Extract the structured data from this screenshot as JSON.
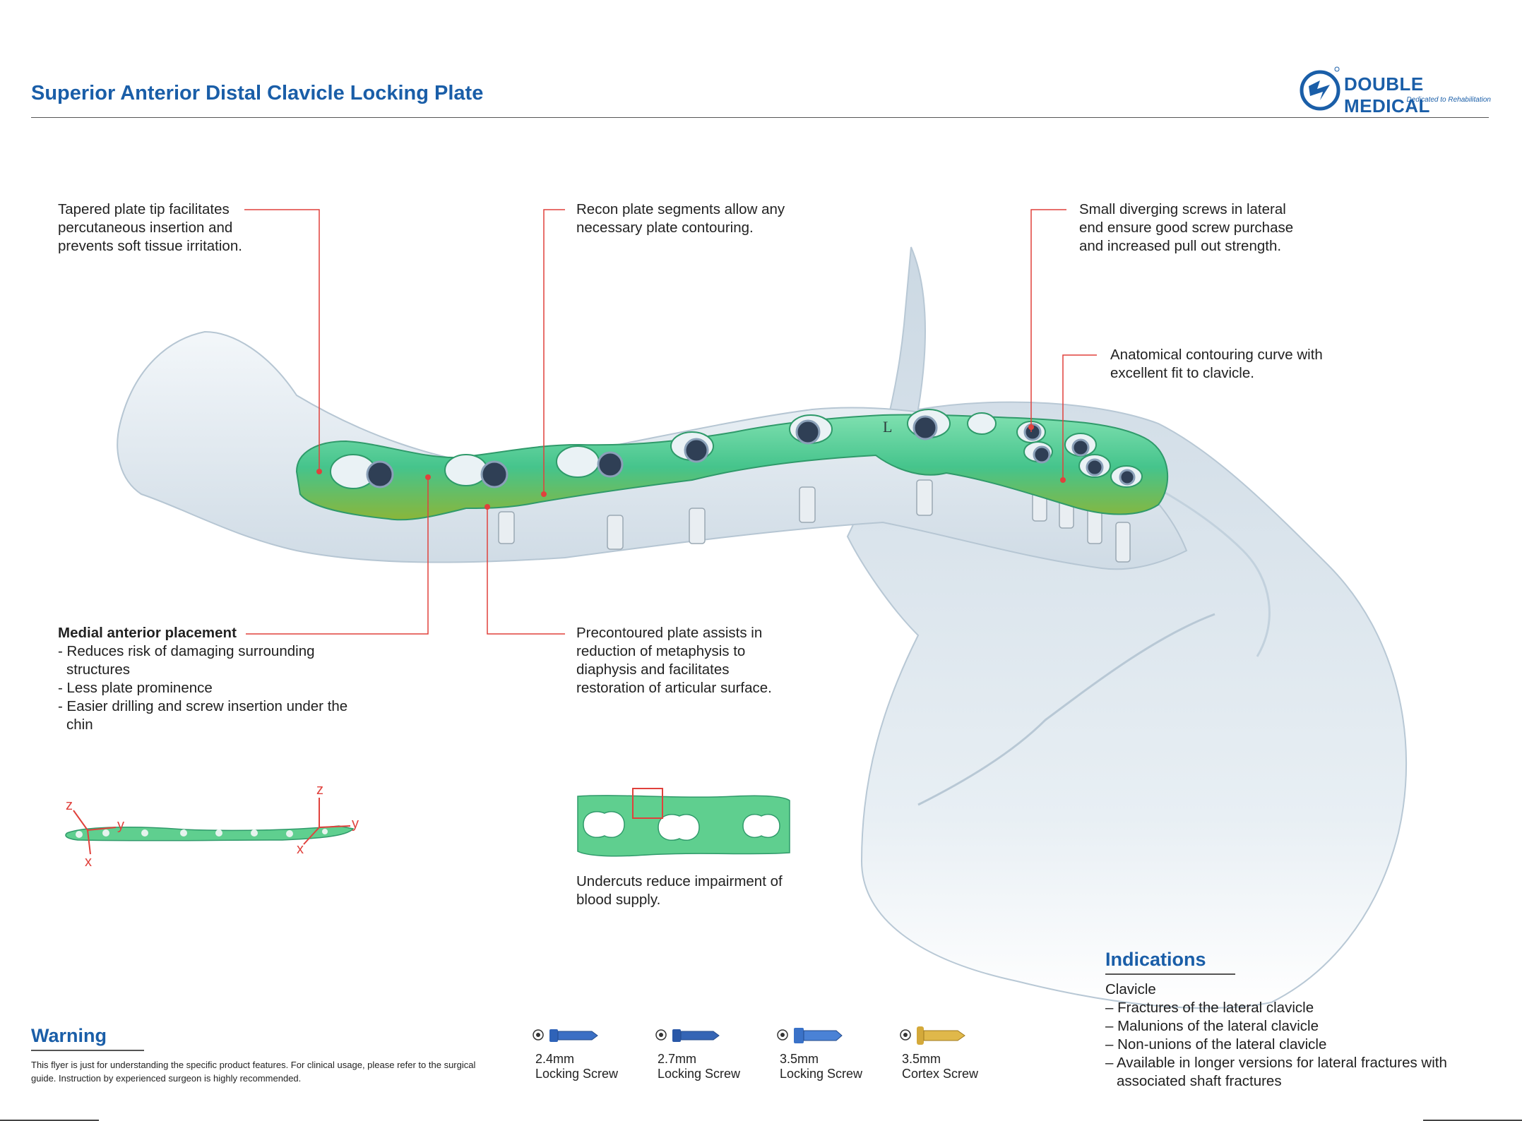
{
  "header": {
    "title": "Superior Anterior Distal Clavicle Locking Plate",
    "brand": "DOUBLE MEDICAL",
    "tagline": "Dedicated to Rehabilitation"
  },
  "callouts": {
    "tapered": "Tapered plate tip facilitates\npercutaneous insertion and\nprevents soft tissue irritation.",
    "recon": "Recon plate segments allow any\nnecessary plate contouring.",
    "diverging": "Small diverging screws in lateral\nend ensure good screw purchase\nand increased pull out strength.",
    "anatomical": "Anatomical contouring curve with\nexcellent fit to clavicle.",
    "precontoured": "Precontoured plate assists in\nreduction of metaphysis to\ndiaphysis and facilitates\nrestoration of articular surface.",
    "undercuts": "Undercuts reduce impairment of\nblood supply."
  },
  "medial": {
    "heading": "Medial anterior placement",
    "items": [
      "- Reduces risk of damaging surrounding structures",
      "- Less plate prominence",
      "- Easier drilling and screw insertion under the chin"
    ]
  },
  "plate_marking": "L",
  "axes": {
    "z": "z",
    "y": "y",
    "x": "x"
  },
  "warning": {
    "heading": "Warning",
    "text": "This flyer is just for understanding the specific product features. For clinical usage, please refer to the surgical guide. Instruction by experienced surgeon is highly recommended."
  },
  "screws": [
    {
      "size": "2.4mm",
      "type": "Locking Screw",
      "color": "#2f63b8"
    },
    {
      "size": "2.7mm",
      "type": "Locking Screw",
      "color": "#2a58a8"
    },
    {
      "size": "3.5mm",
      "type": "Locking Screw",
      "color": "#3a72c8"
    },
    {
      "size": "3.5mm",
      "type": "Cortex Screw",
      "color": "#d4a93a"
    }
  ],
  "indications": {
    "heading": "Indications",
    "group": "Clavicle",
    "items": [
      "– Fractures of the lateral clavicle",
      "– Malunions of the lateral clavicle",
      "– Non-unions of the lateral clavicle",
      "– Available in longer versions for lateral fractures with associated shaft fractures"
    ]
  },
  "colors": {
    "accent": "#1a5ea8",
    "leader": "#e0413c",
    "plate": "#48c790",
    "bone": "#dfe8ef"
  }
}
